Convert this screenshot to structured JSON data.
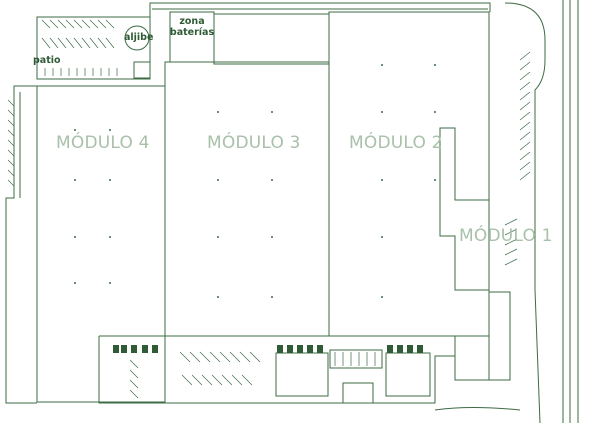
{
  "colors": {
    "line": "#3d6b45",
    "label": "#a9c0aa",
    "small_label": "#2e5a35",
    "fill_dark": "#2f5c37"
  },
  "labels": {
    "module_4": "MÓDULO 4",
    "module_3": "MÓDULO 3",
    "module_2": "MÓDULO 2",
    "module_1": "MÓDULO 1",
    "aljibe": "aljibe",
    "patio": "patio",
    "zona_baterias_line1": "zona",
    "zona_baterias_line2": "baterías"
  }
}
